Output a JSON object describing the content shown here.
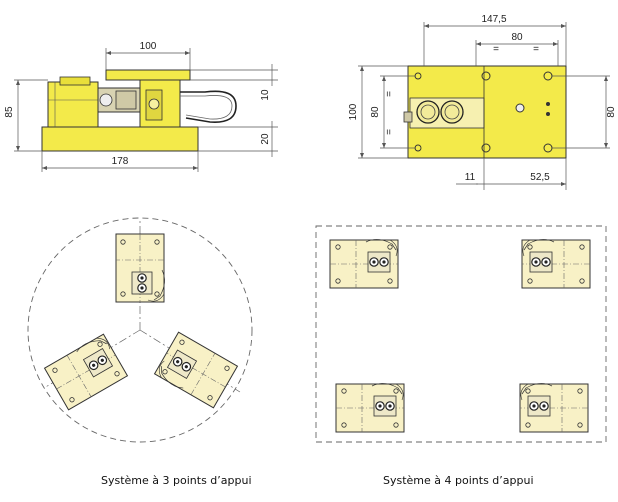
{
  "side_view": {
    "dim_top": "100",
    "dim_height": "85",
    "dim_right_top": "10",
    "dim_right_bottom": "20",
    "dim_bottom": "178"
  },
  "top_view": {
    "dim_overall": "147,5",
    "dim_top_inner": "80",
    "dim_left_outer": "100",
    "dim_left_inner": "80",
    "dim_right": "80",
    "dim_bottom_left": "11",
    "dim_bottom_right": "52,5",
    "equal_mark": "="
  },
  "captions": {
    "three_point": "Système à 3 points d’appui",
    "four_point": "Système à 4 points d’appui"
  },
  "colors": {
    "yellow": "#f3ea4a",
    "light_yellow": "#f8f1c6",
    "gray_plate": "#e8e5cc",
    "line": "#333333",
    "dim_line": "#555555"
  }
}
